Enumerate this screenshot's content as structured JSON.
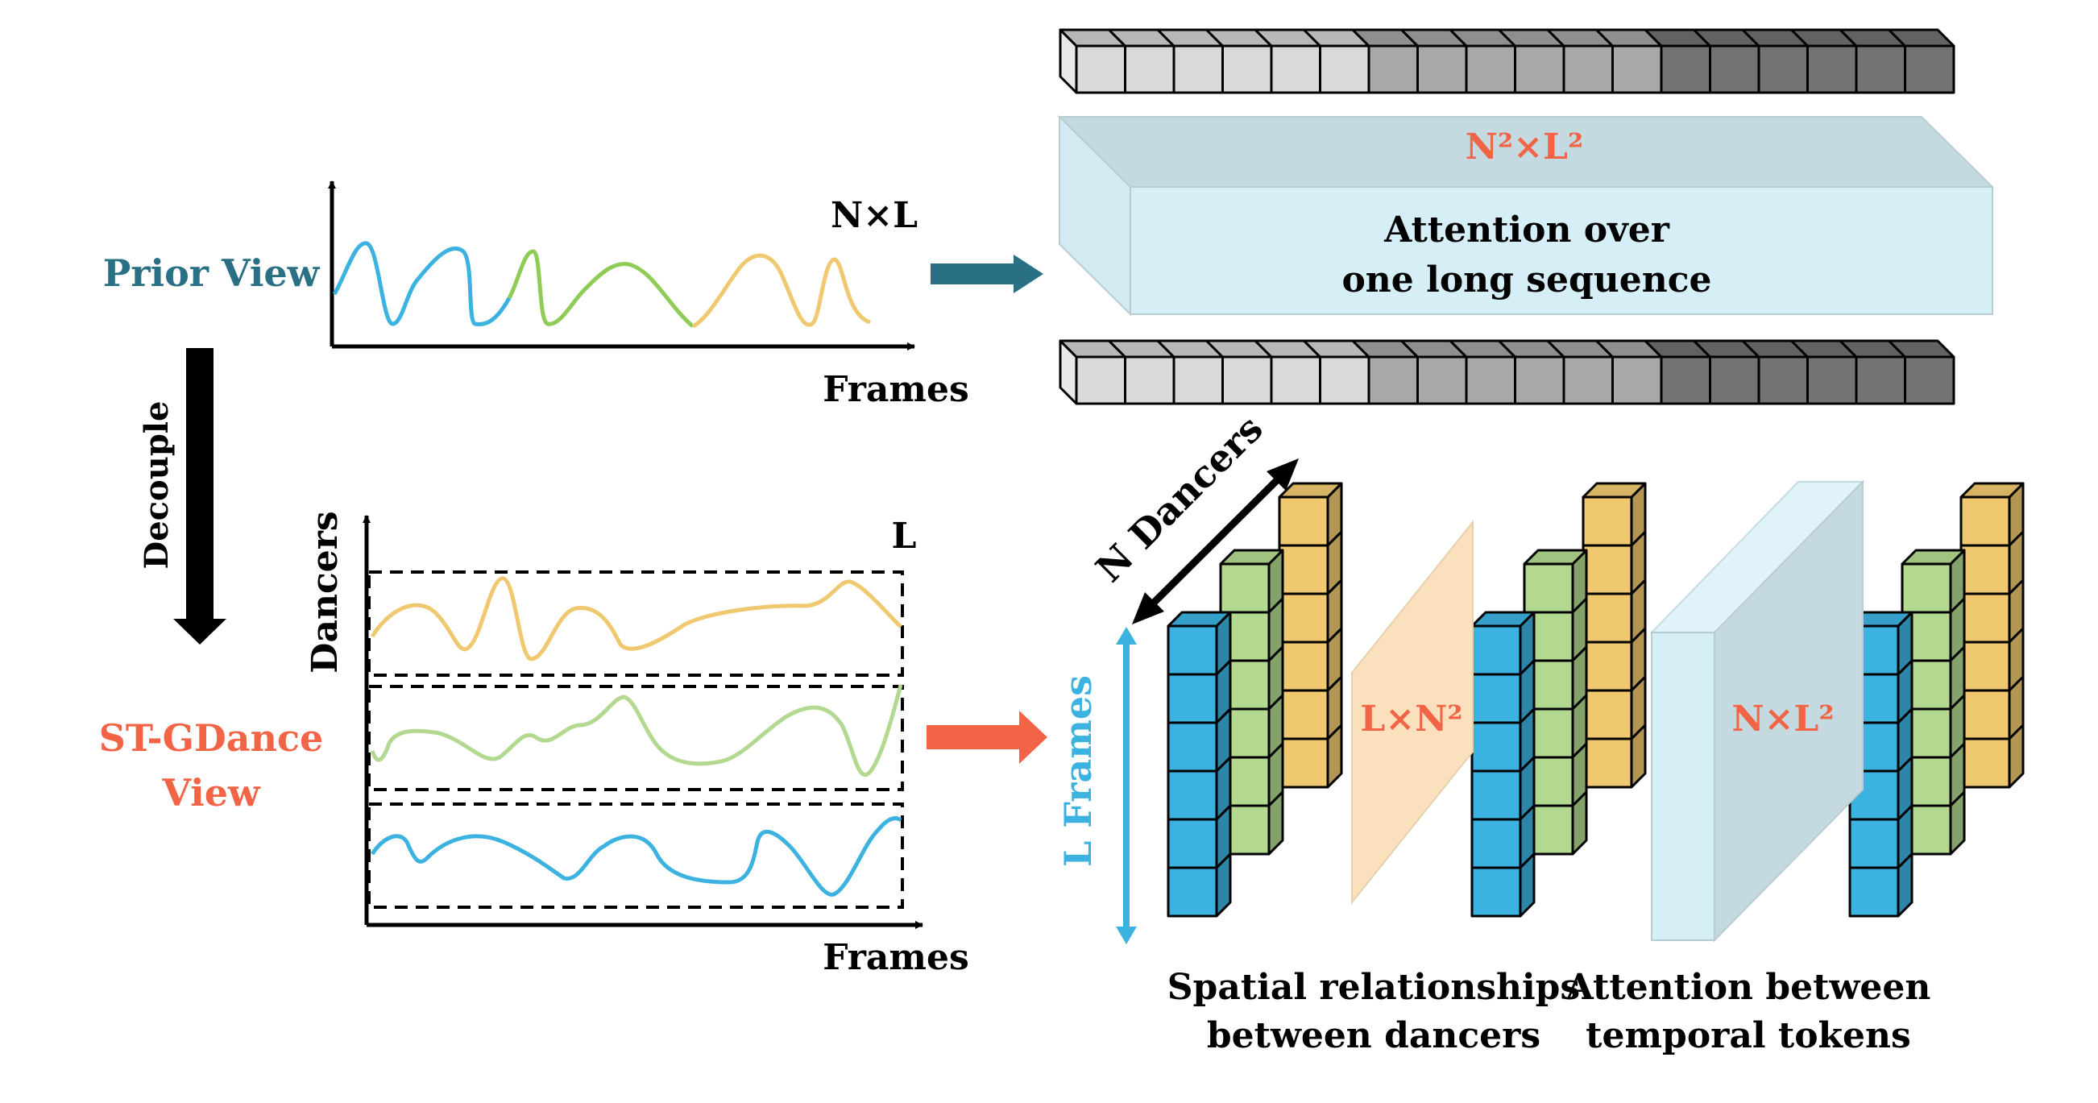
{
  "prior_view": {
    "label": "Prior View",
    "n_times_l": "N×L",
    "x_axis_label": "Frames"
  },
  "decouple_label": "Decouple",
  "st_gdance_view": {
    "label_line1": "ST-GDance",
    "label_line2": "View",
    "y_axis_label": "Dancers",
    "x_axis_label": "Frames",
    "l_label": "L"
  },
  "long_sequence": {
    "complexity": "N²×L²",
    "caption_line1": "Attention over",
    "caption_line2": "one long sequence"
  },
  "decoupled": {
    "n_dancers_label": "N Dancers",
    "l_frames_label": "L Frames",
    "spatial_complexity": "L×N²",
    "temporal_complexity": "N×L²",
    "spatial_caption_line1": "Spatial relationships",
    "spatial_caption_line2": "between dancers",
    "temporal_caption_line1": "Attention between",
    "temporal_caption_line2": "temporal tokens"
  },
  "colors": {
    "teal": "#2a7085",
    "orange_red": "#f26446",
    "blue": "#3cb2e0",
    "green": "#b3d88f",
    "yellow": "#efc86f",
    "light_blue_panel": "#d6eff7",
    "peach_panel": "#fbe0bd"
  }
}
